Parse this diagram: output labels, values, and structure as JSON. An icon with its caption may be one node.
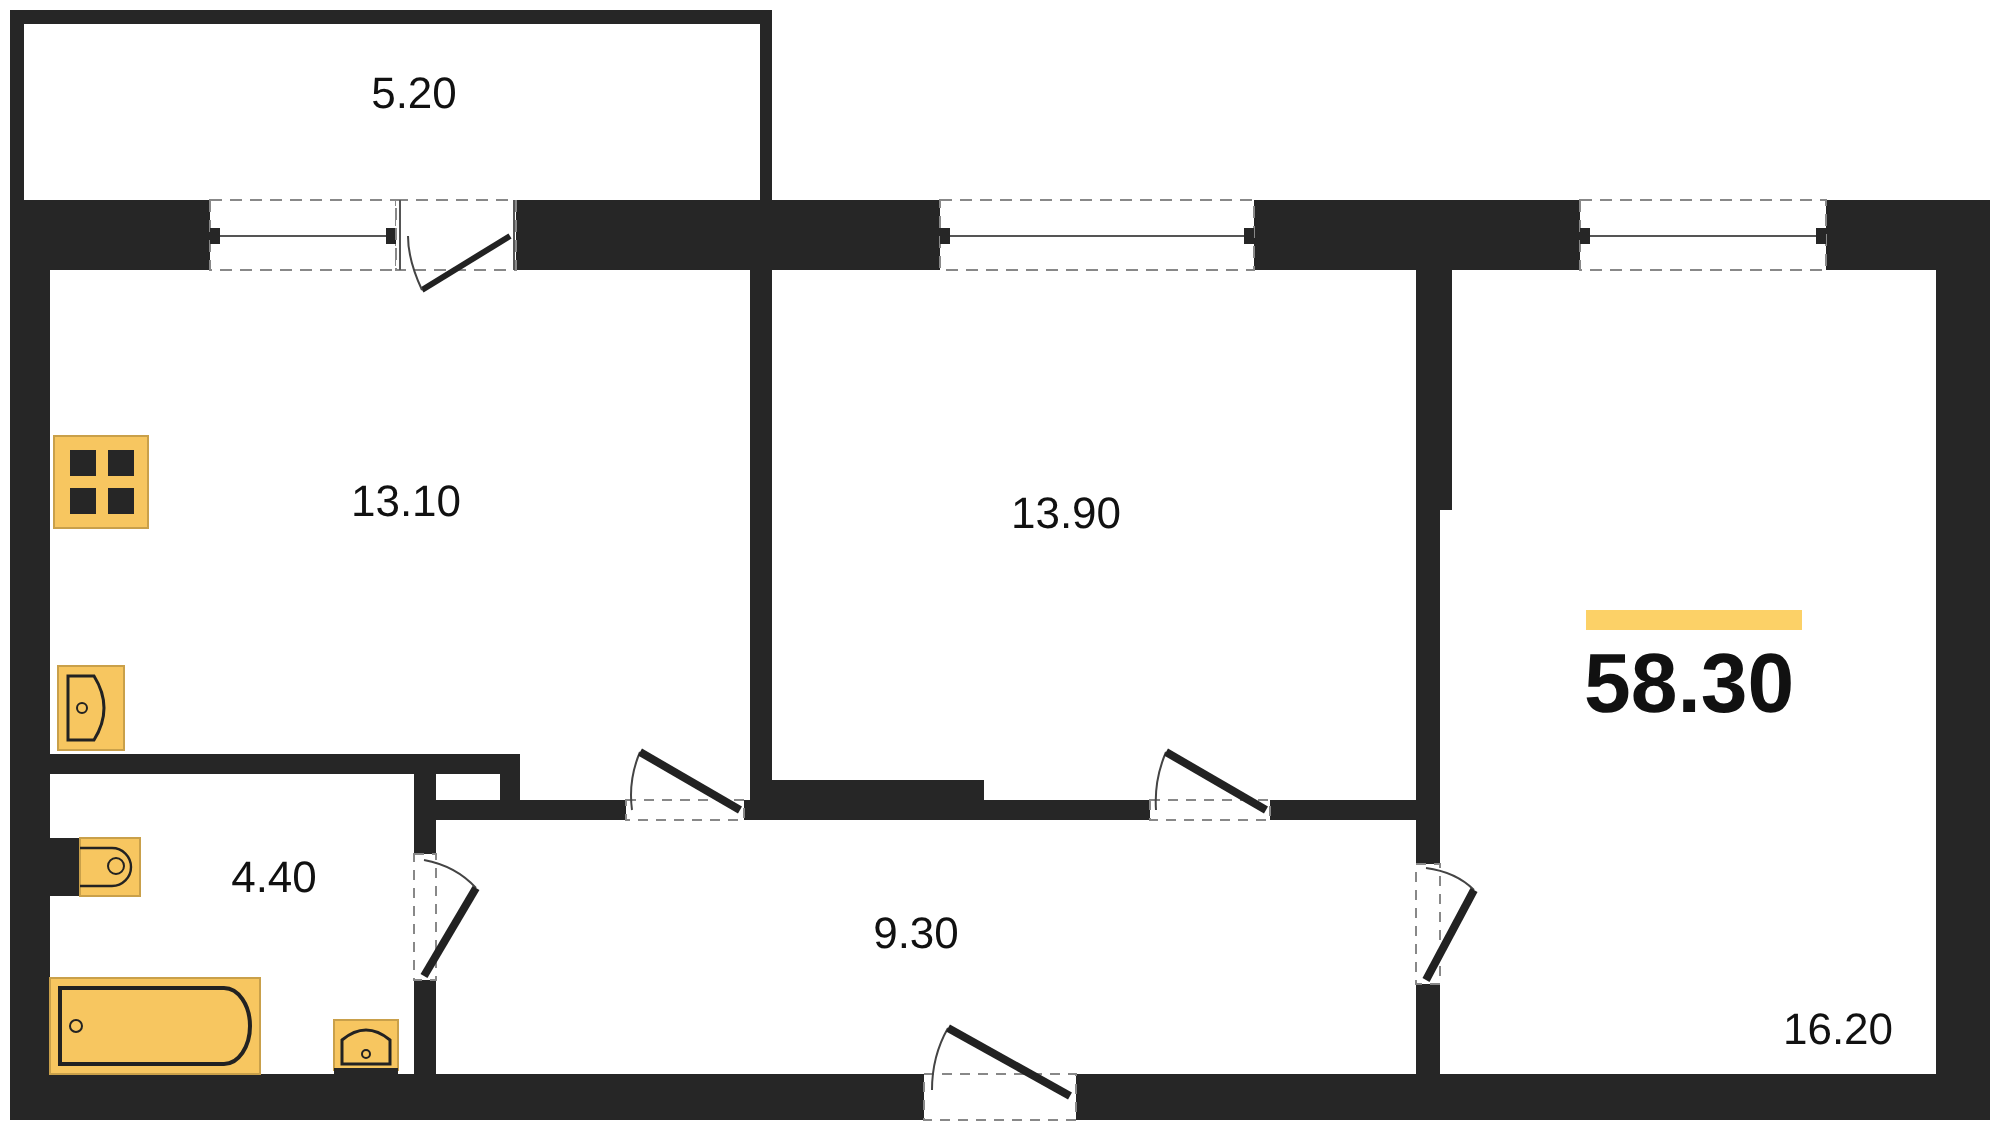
{
  "diagram": {
    "nodes": [
      {
        "text": [
          "5.20"
        ]
      },
      {
        "text": [
          "13.10"
        ]
      },
      {
        "text": [
          "13.90"
        ]
      },
      {
        "text": [
          "16.20"
        ]
      },
      {
        "text": [
          "4.40"
        ]
      },
      {
        "text": [
          "9.30"
        ]
      }
    ],
    "labels": [
      "58.30"
    ]
  }
}
